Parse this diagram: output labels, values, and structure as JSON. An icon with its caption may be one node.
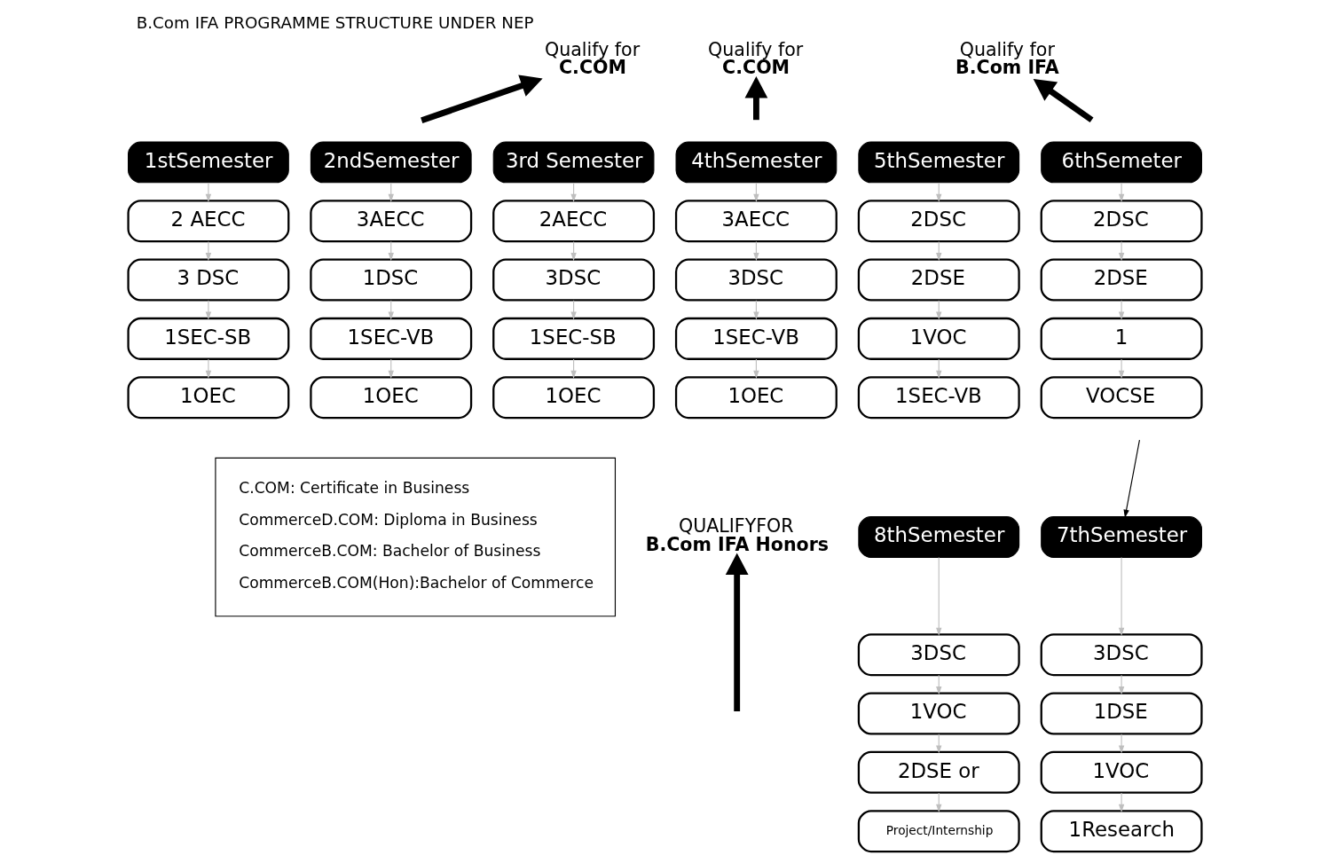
{
  "diagram": {
    "title": "B.Com IFA PROGRAMME STRUCTURE UNDER NEP",
    "nodes": [
      {
        "text": [
          "Qualify for",
          "C.COM"
        ]
      },
      {
        "text": [
          "Qualify for",
          "C.COM"
        ]
      },
      {
        "text": [
          "Qualify for",
          "B.Com IFA"
        ]
      },
      {
        "text": [
          "1stSemester"
        ]
      },
      {
        "text": [
          "2 AECC"
        ]
      },
      {
        "text": [
          "3 DSC"
        ]
      },
      {
        "text": [
          "1SEC-SB"
        ]
      },
      {
        "text": [
          "1OEC"
        ]
      },
      {
        "text": [
          "2ndSemester"
        ]
      },
      {
        "text": [
          "3AECC"
        ]
      },
      {
        "text": [
          "1DSC"
        ]
      },
      {
        "text": [
          "1SEC-VB"
        ]
      },
      {
        "text": [
          "1OEC"
        ]
      },
      {
        "text": [
          "3rd Semester"
        ]
      },
      {
        "text": [
          "2AECC"
        ]
      },
      {
        "text": [
          "3DSC"
        ]
      },
      {
        "text": [
          "1SEC-SB"
        ]
      },
      {
        "text": [
          "1OEC"
        ]
      },
      {
        "text": [
          "4thSemester"
        ]
      },
      {
        "text": [
          "3AECC"
        ]
      },
      {
        "text": [
          "3DSC"
        ]
      },
      {
        "text": [
          "1SEC-VB"
        ]
      },
      {
        "text": [
          "1OEC"
        ]
      },
      {
        "text": [
          "5thSemester"
        ]
      },
      {
        "text": [
          "2DSC"
        ]
      },
      {
        "text": [
          "2DSE"
        ]
      },
      {
        "text": [
          "1VOC"
        ]
      },
      {
        "text": [
          "1SEC-VB"
        ]
      },
      {
        "text": [
          "6thSemeter"
        ]
      },
      {
        "text": [
          "2DSC"
        ]
      },
      {
        "text": [
          "2DSE"
        ]
      },
      {
        "text": [
          "1"
        ]
      },
      {
        "text": [
          "VOCSE"
        ]
      },
      {
        "text": [
          "C.COM: Certificate in Business",
          "CommerceD.COM: Diploma in Business",
          "CommerceB.COM: Bachelor of Business",
          "CommerceB.COM(Hon):Bachelor of Commerce"
        ]
      },
      {
        "text": [
          "QUALIFYFOR",
          "B.Com IFA Honors"
        ]
      },
      {
        "text": [
          "8thSemester"
        ]
      },
      {
        "text": [
          "3DSC"
        ]
      },
      {
        "text": [
          "1VOC"
        ]
      },
      {
        "text": [
          "2DSE or"
        ]
      },
      {
        "text": [
          "Project/Internship"
        ]
      },
      {
        "text": [
          "7thSemester"
        ]
      },
      {
        "text": [
          "3DSC"
        ]
      },
      {
        "text": [
          "1DSE"
        ]
      },
      {
        "text": [
          "1VOC"
        ]
      },
      {
        "text": [
          "1Research"
        ]
      }
    ],
    "edges": [
      {
        "from": null,
        "to": 0,
        "arrow": "to",
        "style": "thick",
        "color": "#000000"
      },
      {
        "from": null,
        "to": 1,
        "arrow": "to",
        "style": "thick",
        "color": "#000000"
      },
      {
        "from": null,
        "to": 2,
        "arrow": "to",
        "style": "thick",
        "color": "#000000"
      },
      {
        "from": 3,
        "to": 4,
        "arrow": "to"
      },
      {
        "from": 4,
        "to": 5,
        "arrow": "to"
      },
      {
        "from": 5,
        "to": 6,
        "arrow": "to"
      },
      {
        "from": 6,
        "to": 7,
        "arrow": "to"
      },
      {
        "from": 8,
        "to": 9,
        "arrow": "to"
      },
      {
        "from": 9,
        "to": 10,
        "arrow": "to"
      },
      {
        "from": 10,
        "to": 11,
        "arrow": "to"
      },
      {
        "from": 11,
        "to": 12,
        "arrow": "to"
      },
      {
        "from": 13,
        "to": 14,
        "arrow": "to"
      },
      {
        "from": 14,
        "to": 15,
        "arrow": "to"
      },
      {
        "from": 15,
        "to": 16,
        "arrow": "to"
      },
      {
        "from": 16,
        "to": 17,
        "arrow": "to"
      },
      {
        "from": 18,
        "to": 19,
        "arrow": "to"
      },
      {
        "from": 19,
        "to": 20,
        "arrow": "to"
      },
      {
        "from": 20,
        "to": 21,
        "arrow": "to"
      },
      {
        "from": 21,
        "to": 22,
        "arrow": "to"
      },
      {
        "from": 23,
        "to": 24,
        "arrow": "to"
      },
      {
        "from": 24,
        "to": 25,
        "arrow": "to"
      },
      {
        "from": 25,
        "to": 26,
        "arrow": "to"
      },
      {
        "from": 26,
        "to": 27,
        "arrow": "to"
      },
      {
        "from": 28,
        "to": 29,
        "arrow": "to"
      },
      {
        "from": 29,
        "to": 30,
        "arrow": "to"
      },
      {
        "from": 30,
        "to": 31,
        "arrow": "to"
      },
      {
        "from": 31,
        "to": 32,
        "arrow": "to"
      },
      {
        "from": null,
        "to": 40,
        "arrow": "to",
        "color": "#000000"
      },
      {
        "from": null,
        "to": 34,
        "arrow": "to",
        "style": "thick",
        "color": "#000000"
      },
      {
        "from": 35,
        "to": 36,
        "arrow": "to"
      },
      {
        "from": 36,
        "to": 37,
        "arrow": "to"
      },
      {
        "from": 37,
        "to": 38,
        "arrow": "to"
      },
      {
        "from": 38,
        "to": 39,
        "arrow": "to"
      },
      {
        "from": 40,
        "to": 41,
        "arrow": "to"
      },
      {
        "from": 41,
        "to": 42,
        "arrow": "to"
      },
      {
        "from": 42,
        "to": 43,
        "arrow": "to"
      },
      {
        "from": 43,
        "to": 44,
        "arrow": "to"
      }
    ]
  }
}
